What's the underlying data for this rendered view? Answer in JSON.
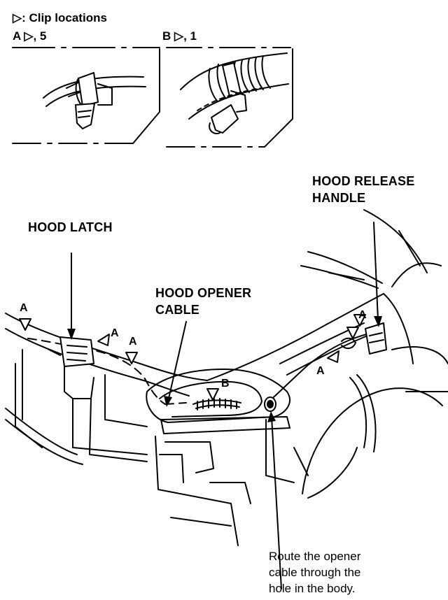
{
  "legend": {
    "title": "▷: Clip locations",
    "clip_a": "A ▷, 5",
    "clip_b": "B ▷, 1"
  },
  "labels": {
    "hood_latch": "HOOD LATCH",
    "hood_opener_cable_1": "HOOD OPENER",
    "hood_opener_cable_2": "CABLE",
    "hood_release_handle_1": "HOOD RELEASE",
    "hood_release_handle_2": "HANDLE",
    "note_1": "Route the opener",
    "note_2": "cable through the",
    "note_3": "hole in the body."
  },
  "markers": {
    "a": "A",
    "b": "B"
  }
}
